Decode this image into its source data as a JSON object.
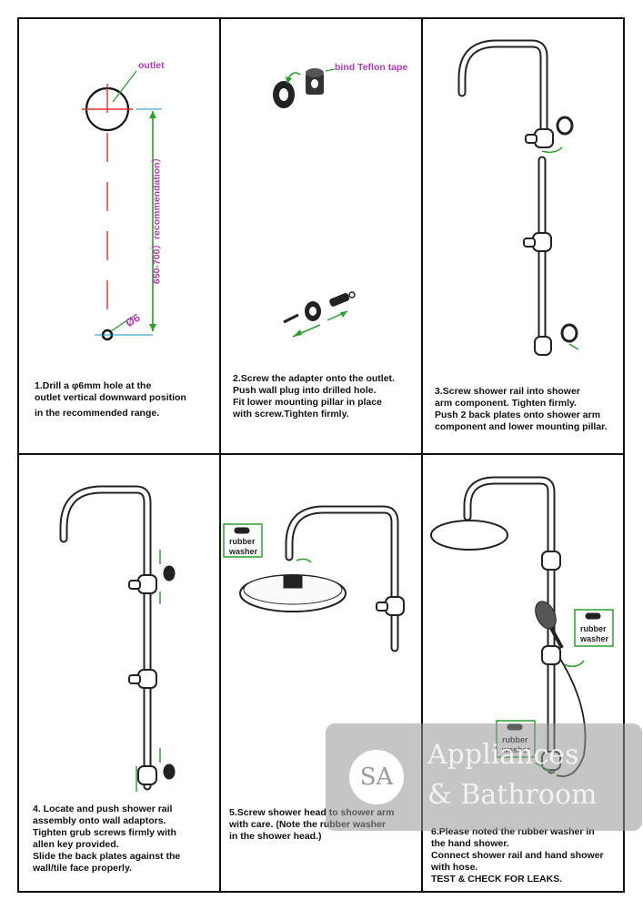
{
  "labels": {
    "outlet": "outlet",
    "range": "650-700）recommendation）",
    "hole": "Ø6",
    "teflon": "bind Teflon tape",
    "washer_a": "rubber",
    "washer_b": "washer"
  },
  "steps": [
    {
      "lines": [
        "1.Drill a φ6mm hole at the",
        "outlet vertical downward position",
        "in the recommended range."
      ]
    },
    {
      "lines": [
        "2.Screw the adapter onto the outlet.",
        "Push wall plug into drilled hole.",
        "Fit lower mounting pillar in place",
        "with screw.Tighten firmly."
      ]
    },
    {
      "lines": [
        "3.Screw shower rail into shower",
        "arm component. Tighten firmly.",
        "Push 2 back plates onto shower arm",
        "component and lower mounting pillar."
      ]
    },
    {
      "lines": [
        "4. Locate and push shower rail",
        "assembly onto wall adaptors.",
        "Tighten grub screws firmly with",
        "allen key provided.",
        "Slide the back plates against the",
        "wall/tile face properly."
      ]
    },
    {
      "lines": [
        "5.Screw shower head to shower arm",
        "with care. (Note the rubber washer",
        "in the shower head.)"
      ]
    },
    {
      "lines": [
        "6.Please noted the rubber washer in",
        "the hand shower.",
        "Connect shower rail and hand shower",
        "with hose.",
        "TEST & CHECK FOR LEAKS."
      ]
    }
  ],
  "watermark": {
    "badge": "SA",
    "line1": "Appliances",
    "line2": "& Bathroom"
  },
  "colors": {
    "annotation": "#b13bb5",
    "guide": "#2aa02a",
    "centerline": "#e03030"
  }
}
